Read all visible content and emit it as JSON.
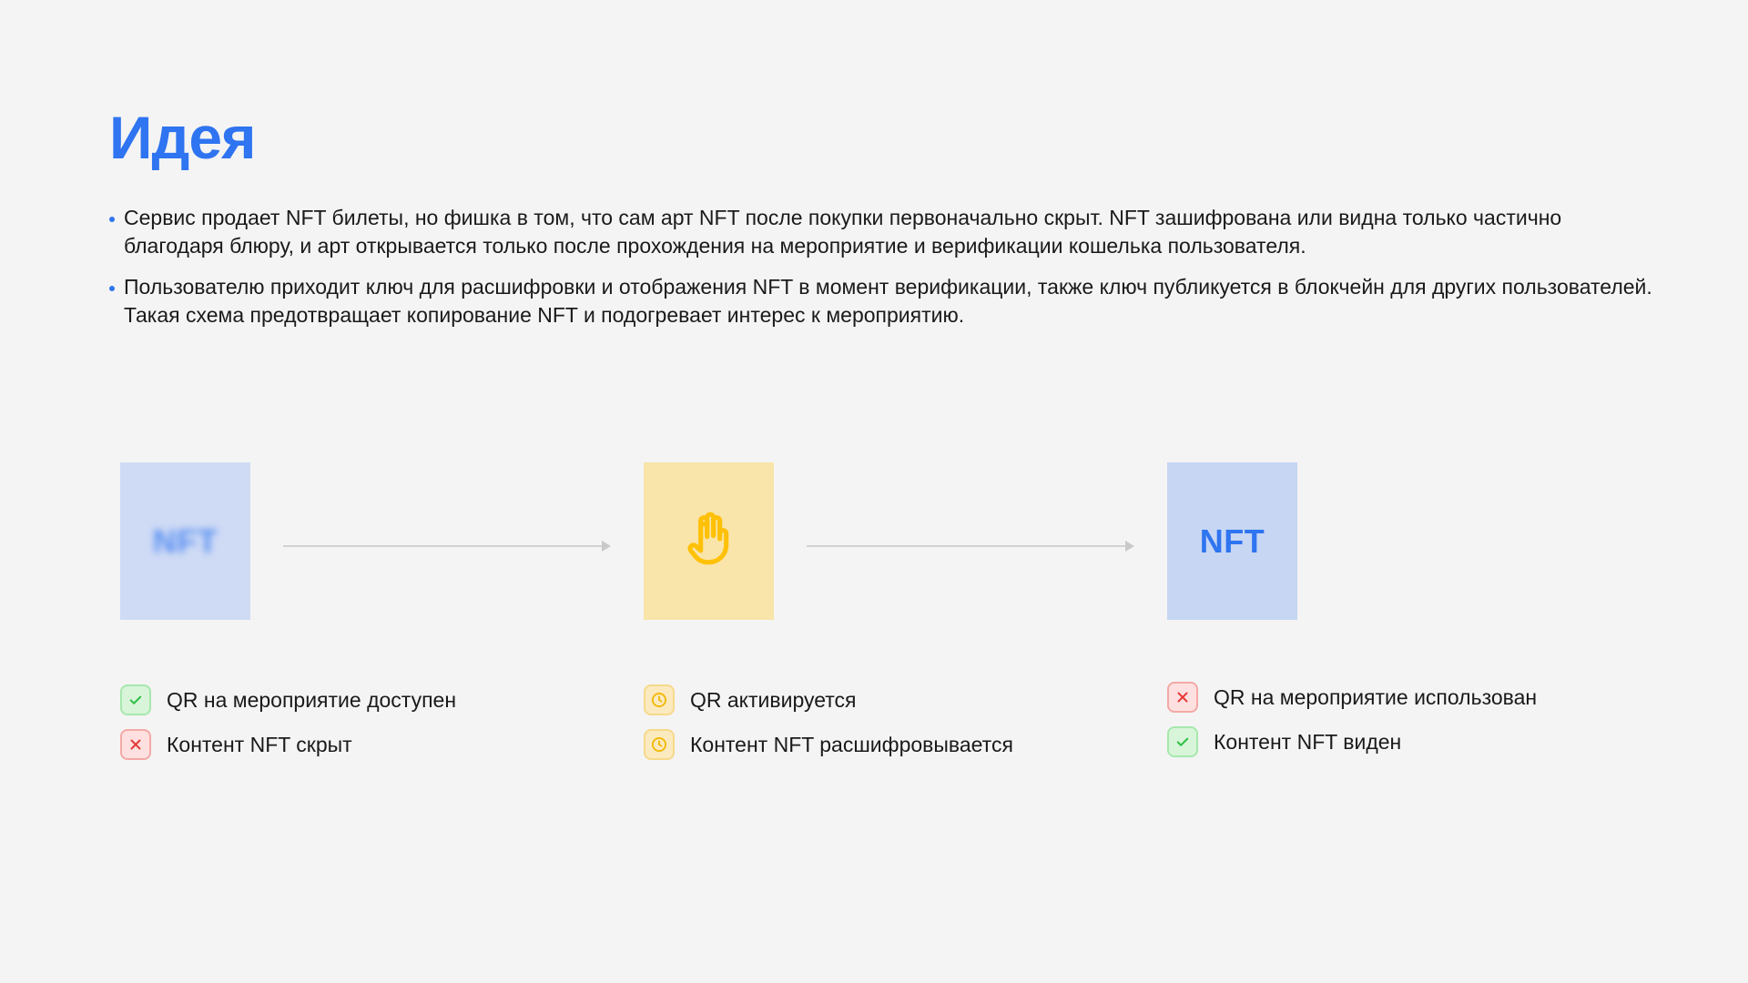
{
  "slide": {
    "title": "Идея",
    "bullets": [
      "Сервис продает NFT билеты, но фишка в том, что сам арт NFT после покупки первоначально скрыт. NFT зашифрована или видна только частично благодаря блюру, и арт открывается только после прохождения на мероприятие и верификации кошелька пользователя.",
      "Пользователю приходит ключ для расшифровки и отображения NFT в момент верификации, также ключ публикуется в блокчейн для других пользователей. Такая схема предотвращает копирование NFT и подогревает интерес к мероприятию."
    ]
  },
  "flow": {
    "card_label_blurred": "NFT",
    "card_label_revealed": "NFT",
    "stages": [
      {
        "items": [
          {
            "status": "ok",
            "icon": "check-icon",
            "text": "QR на мероприятие доступен"
          },
          {
            "status": "no",
            "icon": "cross-icon",
            "text": "Контент NFT скрыт"
          }
        ]
      },
      {
        "items": [
          {
            "status": "wait",
            "icon": "clock-icon",
            "text": "QR активируется"
          },
          {
            "status": "wait",
            "icon": "clock-icon",
            "text": "Контент NFT расшифровывается"
          }
        ]
      },
      {
        "items": [
          {
            "status": "no",
            "icon": "cross-icon",
            "text": "QR на мероприятие использован"
          },
          {
            "status": "ok",
            "icon": "check-icon",
            "text": "Контент NFT виден"
          }
        ]
      }
    ]
  },
  "colors": {
    "accent": "#2f74f0",
    "ok": "#2fbf46",
    "no": "#e53935",
    "wait": "#f2b705",
    "hand": "#ffc107"
  }
}
